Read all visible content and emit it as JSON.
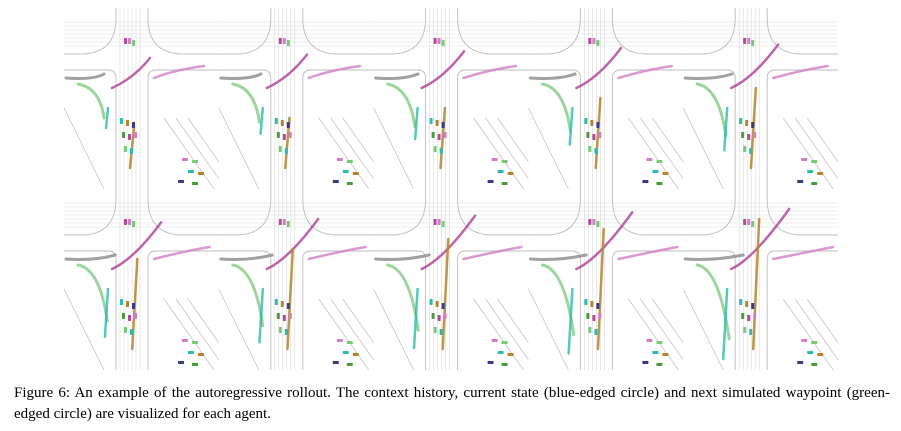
{
  "figure": {
    "label": "Figure 6:",
    "caption": "An example of the autoregressive rollout. The context history, current state (blue-edged circle) and next simulated waypoint (green-edged circle) are visualized for each agent.",
    "panel_rows": 2,
    "panel_columns": 5
  },
  "colors": {
    "road_line": "#bdbdbd",
    "lane_line": "#d9d9d9",
    "crosswalk": "#e6e6e6",
    "agent_trail_colors": [
      "#8a8a8a",
      "#b14a9a",
      "#d17fc4",
      "#7cc779",
      "#2bbcae",
      "#b4842c",
      "#3a3a8a",
      "#4b9b3a"
    ]
  }
}
